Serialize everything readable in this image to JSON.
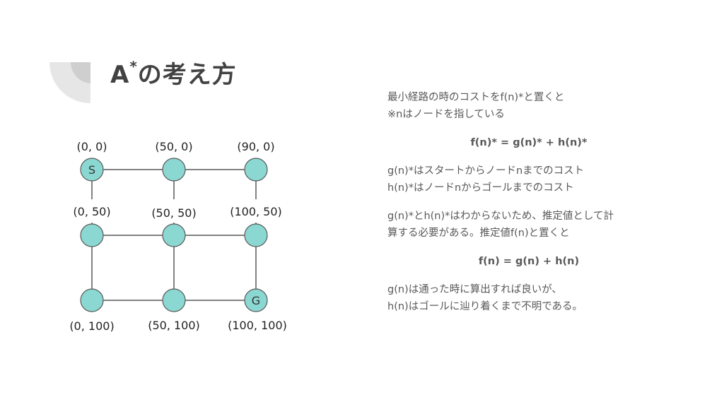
{
  "slide": {
    "title": "A*の考え方",
    "title_main": "A",
    "title_star": "*",
    "title_rest": "の考え方",
    "colors": {
      "node_fill": "#8ad8d1",
      "node_stroke": "#595959",
      "edge": "#595959",
      "title": "#424242",
      "text": "#595959",
      "deco": "#d9d9d9"
    }
  },
  "diagram": {
    "nodes": [
      {
        "id": "n00",
        "coord": "(0, 0)",
        "label": "S",
        "row": 0,
        "col": 0
      },
      {
        "id": "n50",
        "coord": "(50, 0)",
        "label": "",
        "row": 0,
        "col": 1
      },
      {
        "id": "n90",
        "coord": "(90, 0)",
        "label": "",
        "row": 0,
        "col": 2
      },
      {
        "id": "n0_50",
        "coord": "(0, 50)",
        "label": "",
        "row": 1,
        "col": 0
      },
      {
        "id": "n50_50",
        "coord": "(50, 50)",
        "label": "",
        "row": 1,
        "col": 1
      },
      {
        "id": "n100_50",
        "coord": "(100, 50)",
        "label": "",
        "row": 1,
        "col": 2
      },
      {
        "id": "n0_100",
        "coord": "(0, 100)",
        "label": "",
        "row": 2,
        "col": 0
      },
      {
        "id": "n50_100",
        "coord": "(50, 100)",
        "label": "",
        "row": 2,
        "col": 1
      },
      {
        "id": "n100_100",
        "coord": "(100, 100)",
        "label": "G",
        "row": 2,
        "col": 2
      }
    ]
  },
  "text": {
    "line1": "最小経路の時のコストをf(n)*と置くと",
    "line2": "※nはノードを指している",
    "formula1": "f(n)* = g(n)* + h(n)*",
    "line3": "g(n)*はスタートからノードnまでのコスト",
    "line4": "h(n)*はノードnからゴールまでのコスト",
    "line5": "g(n)*とh(n)*はわからないため、推定値として計",
    "line6": "算する必要がある。推定値f(n)と置くと",
    "formula2": "f(n) = g(n) + h(n)",
    "line7": "g(n)は通った時に算出すれば良いが、",
    "line8": "h(n)はゴールに辿り着くまで不明である。"
  }
}
